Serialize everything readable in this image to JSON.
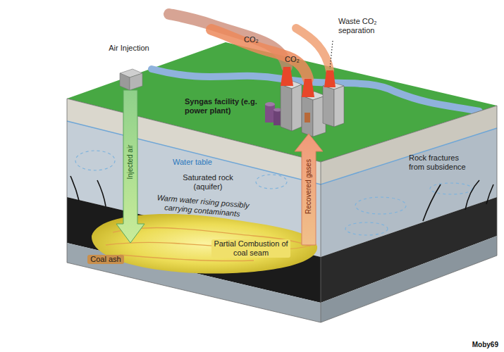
{
  "diagram": {
    "labels": [
      "CO₂",
      "CO₂",
      "Waste CO₂ separation",
      "Air Injection",
      "Syngas facility (e.g. power plant)",
      "Water table",
      "Rock fractures from subsidence",
      "Injected air",
      "Recovered gases",
      "Saturated rock (aquifer)",
      "Warm water rising possibly carrying contaminants",
      "Partial Combustion of coal seam",
      "Coal ash",
      "Moby69"
    ]
  }
}
